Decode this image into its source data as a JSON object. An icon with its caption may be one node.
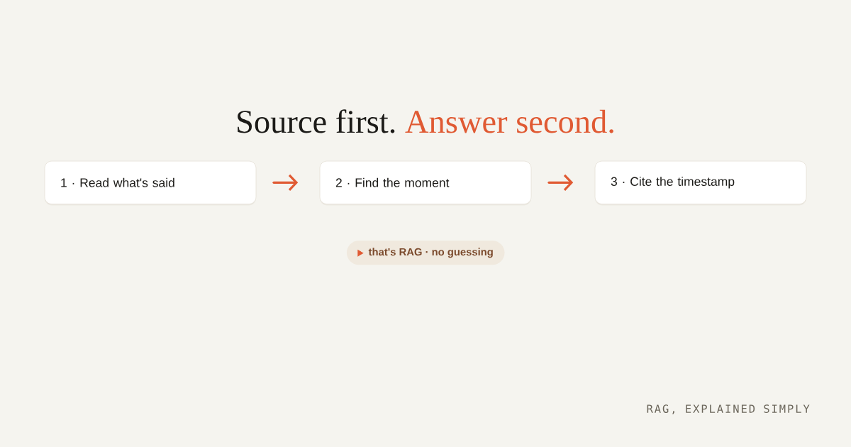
{
  "diagram": {
    "title": "Source first. Answer second.",
    "nodes": [
      {
        "text": [
          "1 · Read what's said"
        ]
      },
      {
        "text": [
          "2 · Find the moment"
        ]
      },
      {
        "text": [
          "3 · Cite the timestamp"
        ]
      }
    ],
    "edges": [
      {
        "from": 0,
        "to": 1,
        "arrow": "to"
      },
      {
        "from": 1,
        "to": 2,
        "arrow": "to"
      }
    ],
    "labels": [
      "that's RAG · no guessing",
      "RAG, EXPLAINED SIMPLY"
    ]
  }
}
